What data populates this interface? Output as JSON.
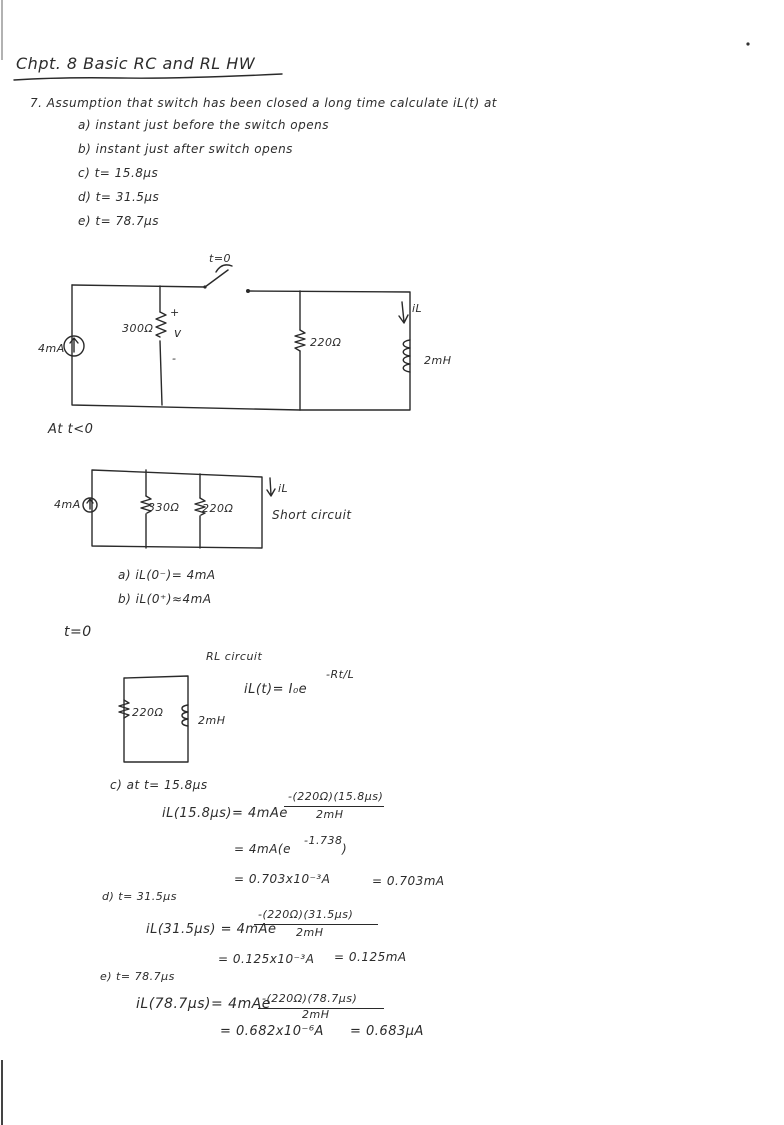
{
  "header": {
    "title": "Chpt. 8 Basic RC and RL HW"
  },
  "problem": {
    "statement": "7. Assumption that switch has been closed a long time calculate iL(t) at",
    "parts": [
      "a) instant just before the switch opens",
      "b) instant just after switch opens",
      "c) t= 15.8μs",
      "d) t= 31.5μs",
      "e) t= 78.7μs"
    ]
  },
  "circuit1": {
    "switch_label": "t=0",
    "source": "4mA",
    "r1": "300Ω",
    "voltage": "v",
    "plus": "+",
    "minus": "-",
    "r2": "220Ω",
    "inductor": "2mH",
    "current": "iL"
  },
  "section_lt0": {
    "title": "At t<0"
  },
  "circuit2": {
    "source": "4mA",
    "r1": "330Ω",
    "r2": "220Ω",
    "current": "iL",
    "note": "Short circuit"
  },
  "answers_ab": {
    "a": "a) iL(0⁻)= 4mA",
    "b": "b) iL(0⁺)≈4mA"
  },
  "section_t0": {
    "title": "t=0"
  },
  "circuit3": {
    "title": "RL circuit",
    "formula": "iL(t)= I₀e",
    "formula_exp": "-Rt/L",
    "r": "220Ω",
    "inductor": "2mH"
  },
  "part_c": {
    "heading": "c) at t= 15.8μs",
    "line1": "iL(15.8μs)= 4mAe",
    "exp_num": "-(220Ω)(15.8μs)",
    "exp_den": "2mH",
    "line2": "= 4mA(e",
    "line2_exp": "-1.738",
    "line2_end": ")",
    "line3": "= 0.703x10⁻³A",
    "line3_end": "= 0.703mA"
  },
  "part_d": {
    "heading": "d) t= 31.5μs",
    "line1": "iL(31.5μs) = 4mAe",
    "exp_num": "-(220Ω)(31.5μs)",
    "exp_den": "2mH",
    "line2": "= 0.125x10⁻³A",
    "line2_end": "= 0.125mA"
  },
  "part_e": {
    "heading": "e) t= 78.7μs",
    "line1": "iL(78.7μs)= 4mAe",
    "exp_num": "-(220Ω)(78.7μs)",
    "exp_den": "2mH",
    "line2": "= 0.682x10⁻⁶A",
    "line2_end": "= 0.683μA"
  }
}
